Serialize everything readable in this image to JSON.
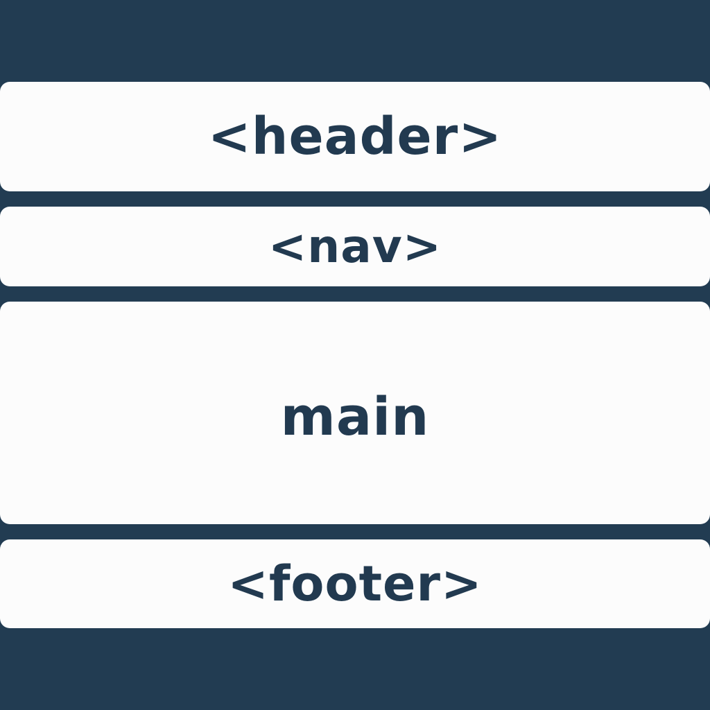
{
  "colors": {
    "background": "#223c52",
    "box": "#fcfcfc",
    "text": "#223a50"
  },
  "sections": {
    "header": "<header>",
    "nav": "<nav>",
    "main": "main",
    "footer": "<footer>"
  }
}
